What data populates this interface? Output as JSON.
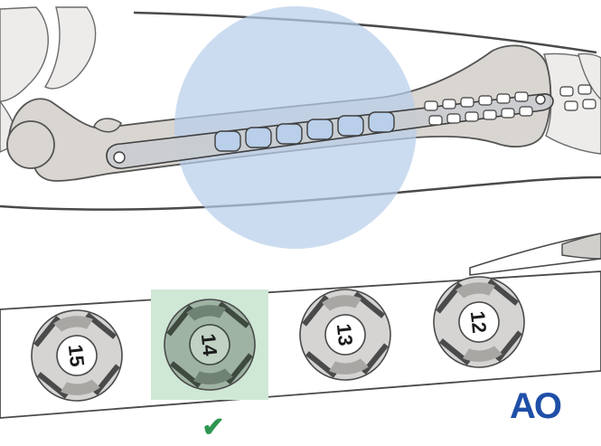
{
  "ruler": {
    "sizes": [
      {
        "label": "15",
        "selected": false
      },
      {
        "label": "14",
        "selected": true
      },
      {
        "label": "13",
        "selected": false
      },
      {
        "label": "12",
        "selected": false
      }
    ],
    "selected_check": "✔"
  },
  "logo": {
    "text": "AO"
  },
  "colors": {
    "bone": "#d9d5d0",
    "bone_stroke": "#555555",
    "outline": "#4a4a4a",
    "highlight_circle": "#b9cfea",
    "selection_box": "#cfe8d6",
    "implant": "#c9cccf",
    "check": "#2e9650",
    "logo": "#1f4fa8"
  },
  "icons": [
    "check-mark-icon",
    "ao-logo"
  ]
}
